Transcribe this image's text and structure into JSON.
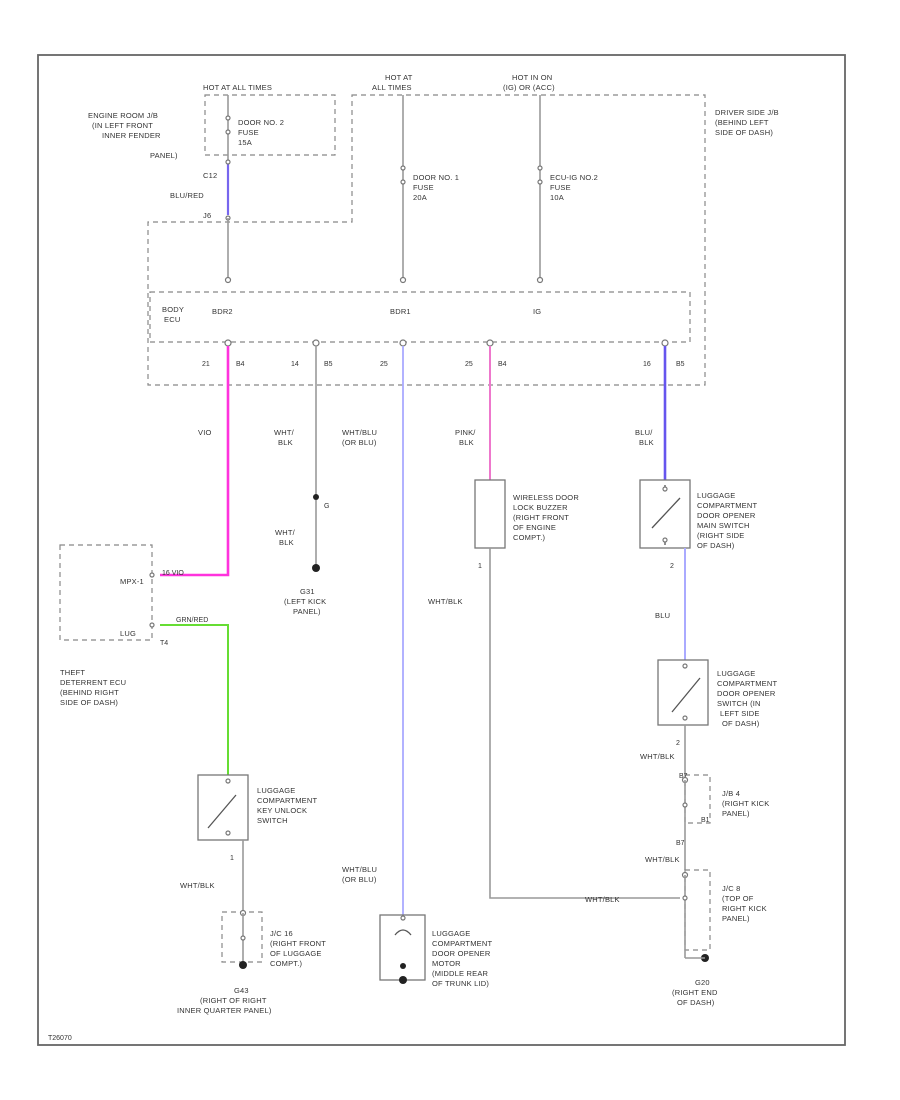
{
  "colors": {
    "wire_gray": "#999999",
    "wire_violet_red": "#ff33dd",
    "wire_blue_red": "#7766ee",
    "wire_green": "#66dd33",
    "wire_blue_white": "#aaaaff",
    "wire_pink": "#ee77cc",
    "wire_blue_black": "#6655ee"
  },
  "labels": {
    "hot_all_times_1": "HOT AT ALL TIMES",
    "hot_all_times_2a": "HOT AT",
    "hot_all_times_2b": "ALL TIMES",
    "hot_on_1": "HOT IN ON",
    "hot_on_2": "(IG) OR (ACC)",
    "engine_room_jb": [
      "ENGINE ROOM J/B",
      "(IN LEFT FRONT",
      "INNER FENDER",
      "PANEL)"
    ],
    "door_no2_fuse": [
      "DOOR NO. 2",
      "FUSE",
      "15A"
    ],
    "driver_side_jb": [
      "DRIVER SIDE J/B",
      "(BEHIND LEFT",
      "SIDE OF DASH)"
    ],
    "door_no1_fuse": [
      "DOOR NO. 1",
      "FUSE",
      "20A"
    ],
    "ecu_ig_fuse": [
      "ECU-IG NO.2",
      "FUSE",
      "10A"
    ],
    "conn_c12": "C12",
    "wire_blu_red": "BLU/RED",
    "conn_j6": "J6",
    "body_ecu": [
      "BODY",
      "ECU"
    ],
    "pin_bdr2": "BDR2",
    "pin_bdr1": "BDR1",
    "pin_ig": "IG",
    "pins": [
      "21",
      "B4",
      "14",
      "B5",
      "25",
      "25",
      "B4",
      "16",
      "B5"
    ],
    "wire_vio_1": "VIO",
    "wire_wht_blk_1": [
      "WHT/",
      "BLK"
    ],
    "wire_wht_blu_1": [
      "WHT/BLU",
      "(OR BLU)"
    ],
    "wire_pnk_blk": [
      "PINK/",
      "BLK"
    ],
    "wire_blu_blk": [
      "BLU/",
      "BLK"
    ],
    "splice_ga": "G",
    "wire_wht_blk_2": [
      "WHT/",
      "BLK"
    ],
    "ground_g31": [
      "G31",
      "(LEFT KICK",
      "PANEL)"
    ],
    "wireless_buzzer": [
      "WIRELESS DOOR",
      "LOCK BUZZER",
      "(RIGHT FRONT",
      "OF ENGINE",
      "COMPT.)"
    ],
    "buzzer_pin": "1",
    "wire_wht_blk_3": "WHT/BLK",
    "lug_main_switch": [
      "LUGGAGE",
      "COMPARTMENT",
      "DOOR OPENER",
      "MAIN SWITCH",
      "(RIGHT SIDE",
      "OF DASH)"
    ],
    "main_sw_pin": "2",
    "wire_blu": "BLU",
    "theft_ecu_pins": [
      "MPX-1",
      "LUG"
    ],
    "theft_ecu_wire_vio": "16  VIO",
    "theft_ecu_wire_grn": "GRN/RED",
    "theft_ecu_conn": "T4",
    "theft_ecu": [
      "THEFT",
      "DETERRENT ECU",
      "(BEHIND RIGHT",
      "SIDE OF DASH)"
    ],
    "lug_opener_switch": [
      "LUGGAGE",
      "COMPARTMENT",
      "DOOR OPENER",
      "SWITCH (IN",
      "LEFT SIDE",
      "OF DASH)"
    ],
    "opener_sw_pin": "2",
    "wire_wht_blk_4": "WHT/BLK",
    "jb4_pins": [
      "B7",
      "B1"
    ],
    "jb4": [
      "J/B 4",
      "(RIGHT KICK",
      "PANEL)"
    ],
    "wire_wht_blk_5": "WHT/BLK",
    "jc8_pin": "B7",
    "wire_wht_blk_6": "WHT/BLK",
    "jc8": [
      "J/C 8",
      "(TOP OF",
      "RIGHT KICK",
      "PANEL)"
    ],
    "ground_g20": [
      "G20",
      "(RIGHT END",
      "OF DASH)"
    ],
    "key_unlock_switch": [
      "LUGGAGE",
      "COMPARTMENT",
      "KEY UNLOCK",
      "SWITCH"
    ],
    "key_sw_pin": "1",
    "wire_wht_blk_7": "WHT/BLK",
    "jc16": [
      "J/C 16",
      "(RIGHT FRONT",
      "OF LUGGAGE",
      "COMPT.)"
    ],
    "ground_g43": [
      "G43",
      "(RIGHT OF RIGHT",
      "INNER QUARTER PANEL)"
    ],
    "wire_wht_blu_2": [
      "WHT/BLU",
      "(OR BLU)"
    ],
    "opener_motor": [
      "LUGGAGE",
      "COMPARTMENT",
      "DOOR OPENER",
      "MOTOR",
      "(MIDDLE REAR",
      "OF TRUNK LID)"
    ],
    "figure_id": "T26070"
  }
}
